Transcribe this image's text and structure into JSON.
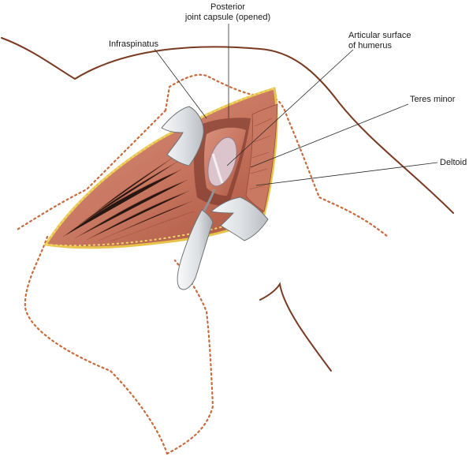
{
  "labels": {
    "posterior_line1": "Posterior",
    "posterior_line2": "joint capsule (opened)",
    "infraspinatus": "Infraspinatus",
    "articular_line1": "Articular surface",
    "articular_line2": "of humerus",
    "teres_minor": "Teres minor",
    "deltoid": "Deltoid"
  },
  "colors": {
    "skin_outline": "#7a3a22",
    "bony_landmark_dots": "#c86a3c",
    "muscle": "#c97862",
    "muscle_dark": "#9c4a36",
    "fat_edge": "#e8c34a",
    "retractor": "#e6e8ea",
    "capsule": "#dcc4cc"
  }
}
